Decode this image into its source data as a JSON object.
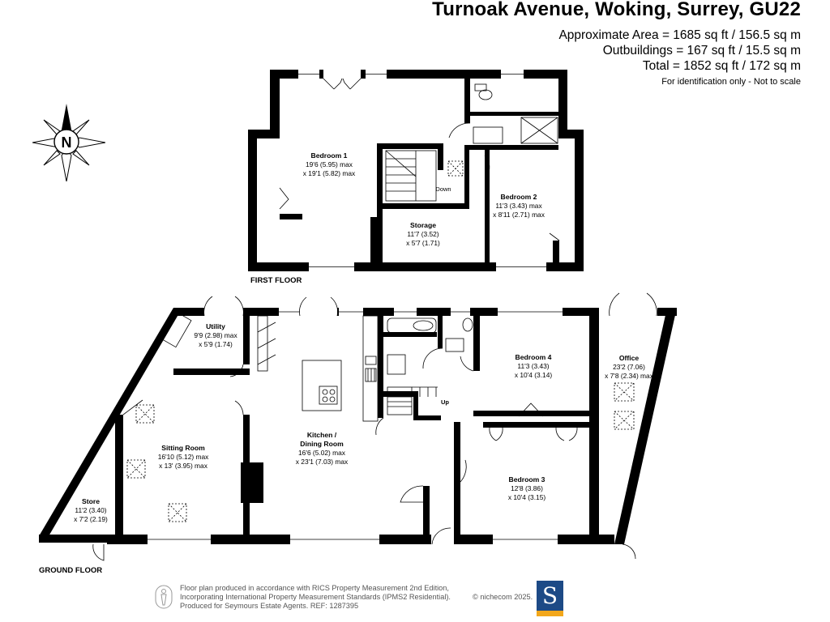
{
  "header": {
    "title": "Turnoak Avenue, Woking, Surrey, GU22",
    "approx_area": "Approximate Area = 1685 sq ft / 156.5 sq m",
    "outbuildings": "Outbuildings = 167 sq ft / 15.5 sq m",
    "total": "Total = 1852 sq ft / 172 sq m",
    "note": "For identification only - Not to scale"
  },
  "compass": {
    "label": "N"
  },
  "floors": {
    "first": "FIRST FLOOR",
    "ground": "GROUND FLOOR"
  },
  "rooms": {
    "bedroom1": {
      "name": "Bedroom 1",
      "l1": "19'6 (5.95) max",
      "l2": "x 19'1 (5.82) max"
    },
    "bedroom2": {
      "name": "Bedroom 2",
      "l1": "11'3 (3.43) max",
      "l2": "x 8'11 (2.71) max"
    },
    "storage": {
      "name": "Storage",
      "l1": "11'7 (3.52)",
      "l2": "x 5'7 (1.71)"
    },
    "utility": {
      "name": "Utility",
      "l1": "9'9 (2.98) max",
      "l2": "x 5'9 (1.74)"
    },
    "sitting": {
      "name": "Sitting Room",
      "l1": "16'10 (5.12) max",
      "l2": "x 13' (3.95) max"
    },
    "kitchen": {
      "name": "Kitchen /",
      "name2": "Dining Room",
      "l1": "16'6 (5.02) max",
      "l2": "x 23'1 (7.03) max"
    },
    "bedroom4": {
      "name": "Bedroom 4",
      "l1": "11'3 (3.43)",
      "l2": "x 10'4 (3.14)"
    },
    "bedroom3": {
      "name": "Bedroom 3",
      "l1": "12'8 (3.86)",
      "l2": "x 10'4 (3.15)"
    },
    "office": {
      "name": "Office",
      "l1": "23'2 (7.06)",
      "l2": "x 7'8 (2.34) max"
    },
    "store": {
      "name": "Store",
      "l1": "11'2 (3.40)",
      "l2": "x 7'2 (2.19)"
    }
  },
  "stairs": {
    "down": "Down",
    "up": "Up"
  },
  "footer": {
    "line1": "Floor plan produced in accordance with RICS Property Measurement 2nd Edition,",
    "line2": "Incorporating International Property Measurement Standards (IPMS2 Residential).",
    "line3": "Produced for Seymours Estate Agents.   REF: 1287395",
    "copyright": "© nichecom 2025."
  },
  "logo": {
    "letter": "S",
    "colors": {
      "primary": "#1d4a86",
      "accent": "#f2a71b"
    }
  }
}
